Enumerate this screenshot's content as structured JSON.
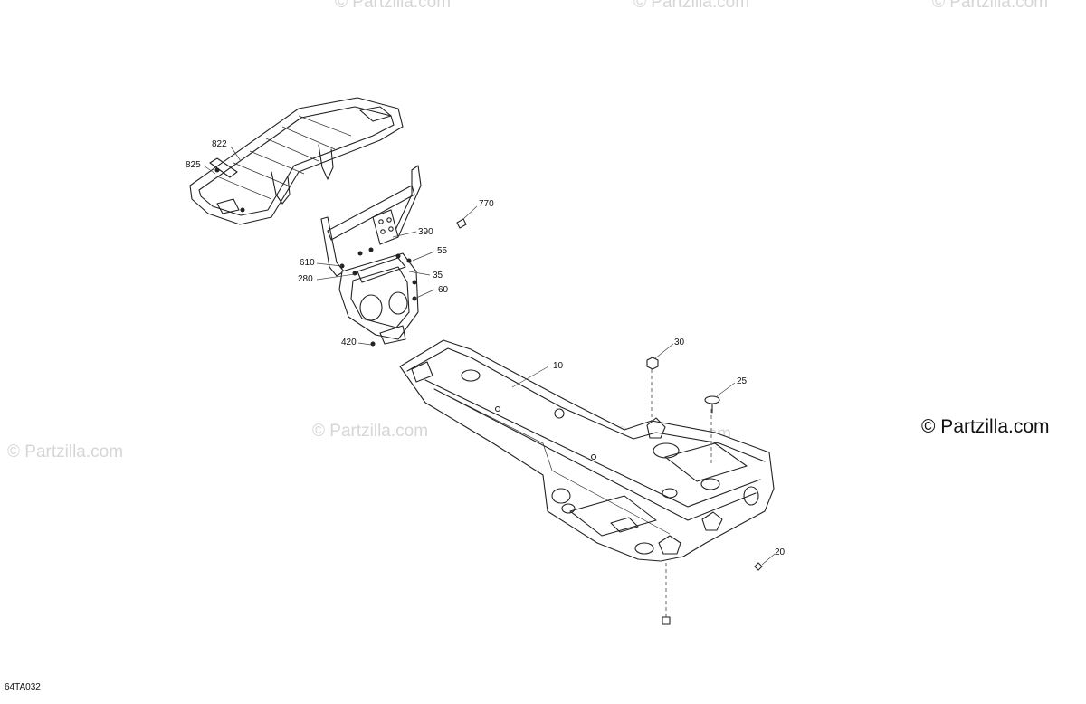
{
  "watermarks": {
    "faint_text": "© Partzilla.com",
    "main_text": "© Partzilla.com"
  },
  "drawing_code": "64TA032",
  "callouts": [
    "822",
    "825",
    "770",
    "390",
    "55",
    "610",
    "280",
    "35",
    "60",
    "420",
    "10",
    "30",
    "25",
    "20"
  ]
}
